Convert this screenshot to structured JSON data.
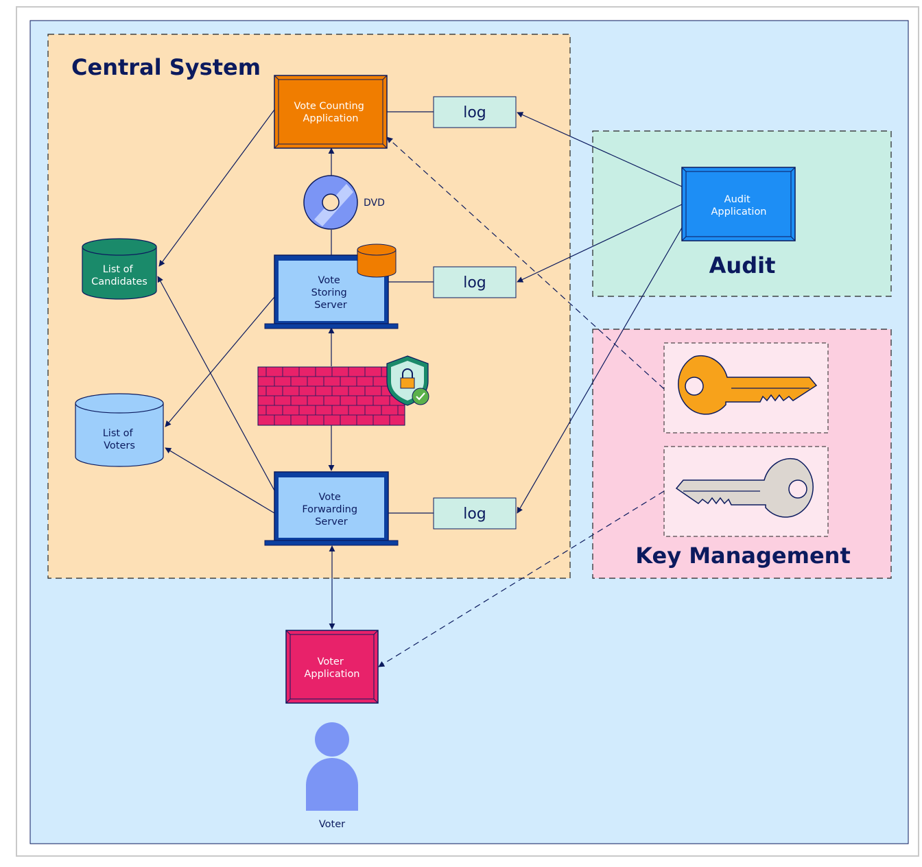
{
  "regions": {
    "central_system": "Central System",
    "audit": "Audit",
    "key_management": "Key Management"
  },
  "nodes": {
    "vote_counting_app": [
      "Vote Counting",
      "Application"
    ],
    "vote_storing_server": [
      "Vote",
      "Storing",
      "Server"
    ],
    "vote_forwarding_server": [
      "Vote",
      "Forwarding",
      "Server"
    ],
    "list_of_candidates": [
      "List of",
      "Candidates"
    ],
    "list_of_voters": [
      "List of",
      "Voters"
    ],
    "audit_app": [
      "Audit",
      "Application"
    ],
    "voter_app": [
      "Voter",
      "Application"
    ],
    "dvd": "DVD",
    "voter": "Voter",
    "log1": "log",
    "log2": "log",
    "log3": "log"
  },
  "colors": {
    "outer_bg": "#d2ebfd",
    "central_bg": "#fde0b6",
    "audit_bg": "#c8eee4",
    "key_bg": "#fccfe0",
    "orange": "#f07d00",
    "blue_app": "#1d8ef5",
    "magenta": "#e8226a",
    "teal_db": "#1a8a6a",
    "light_blue": "#9dcefb",
    "navy": "#0b1a5e",
    "log_bg": "#cdeee6",
    "person": "#7b95f5"
  },
  "icons": [
    "dvd-icon",
    "database-icon",
    "firewall-icon",
    "shield-lock-icon",
    "private-key-icon",
    "public-key-icon",
    "person-icon"
  ]
}
